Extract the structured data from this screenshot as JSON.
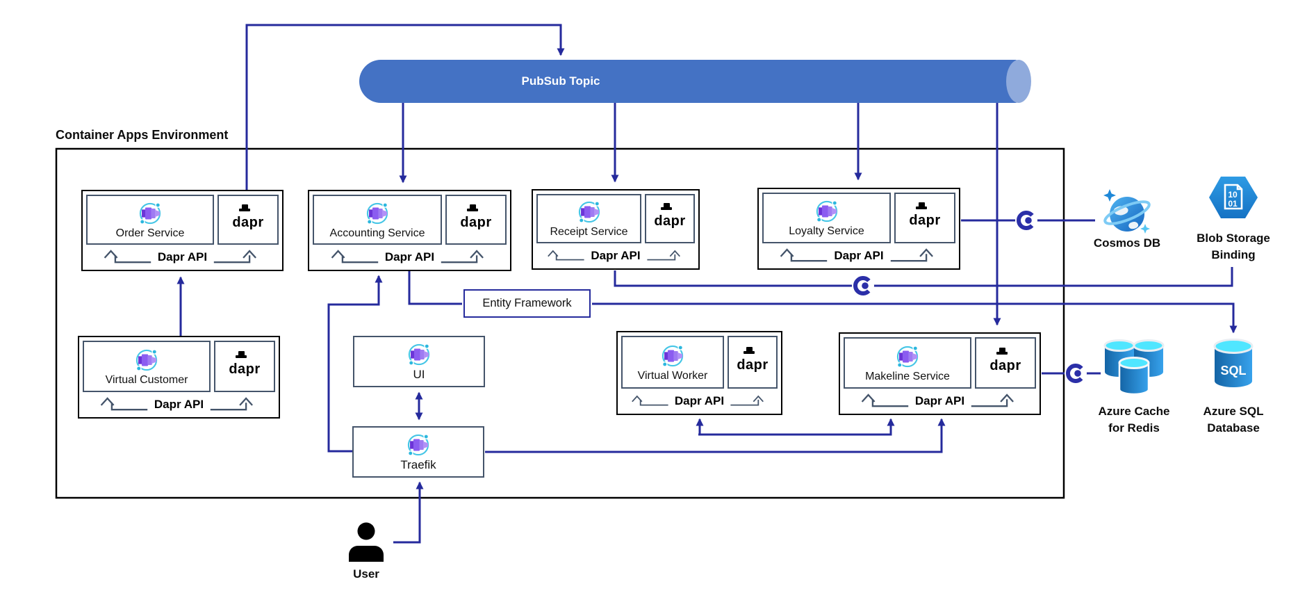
{
  "environment": {
    "label": "Container Apps Environment"
  },
  "pubsub": {
    "label": "PubSub Topic"
  },
  "entity_framework": {
    "label": "Entity Framework"
  },
  "shared": {
    "dapr_api": "Dapr API",
    "dapr_logo": "dapr"
  },
  "services": {
    "order": {
      "label": "Order Service"
    },
    "accounting": {
      "label": "Accounting Service"
    },
    "receipt": {
      "label": "Receipt Service"
    },
    "loyalty": {
      "label": "Loyalty Service"
    },
    "virtual_customer": {
      "label": "Virtual Customer"
    },
    "virtual_worker": {
      "label": "Virtual Worker"
    },
    "makeline": {
      "label": "Makeline Service"
    }
  },
  "apps": {
    "ui": {
      "label": "UI"
    },
    "traefik": {
      "label": "Traefik"
    }
  },
  "external": {
    "cosmos": {
      "label": "Cosmos DB"
    },
    "blob": {
      "label_line1": "Blob Storage",
      "label_line2": "Binding",
      "doc_top": "10",
      "doc_bottom": "01"
    },
    "redis": {
      "label_line1": "Azure Cache",
      "label_line2": "for Redis"
    },
    "sql": {
      "label_line1": "Azure SQL",
      "label_line2": "Database",
      "badge": "SQL"
    }
  },
  "user": {
    "label": "User"
  },
  "colors": {
    "connector": "#252A9C",
    "dapr_c_logo": "#2B2FA8",
    "pubsub_body": "#4472C4",
    "pubsub_cap": "#8FAADC",
    "inner_border": "#44546A",
    "azure_blue": "#1E88D8",
    "cyan_top": "#50E6FF"
  }
}
